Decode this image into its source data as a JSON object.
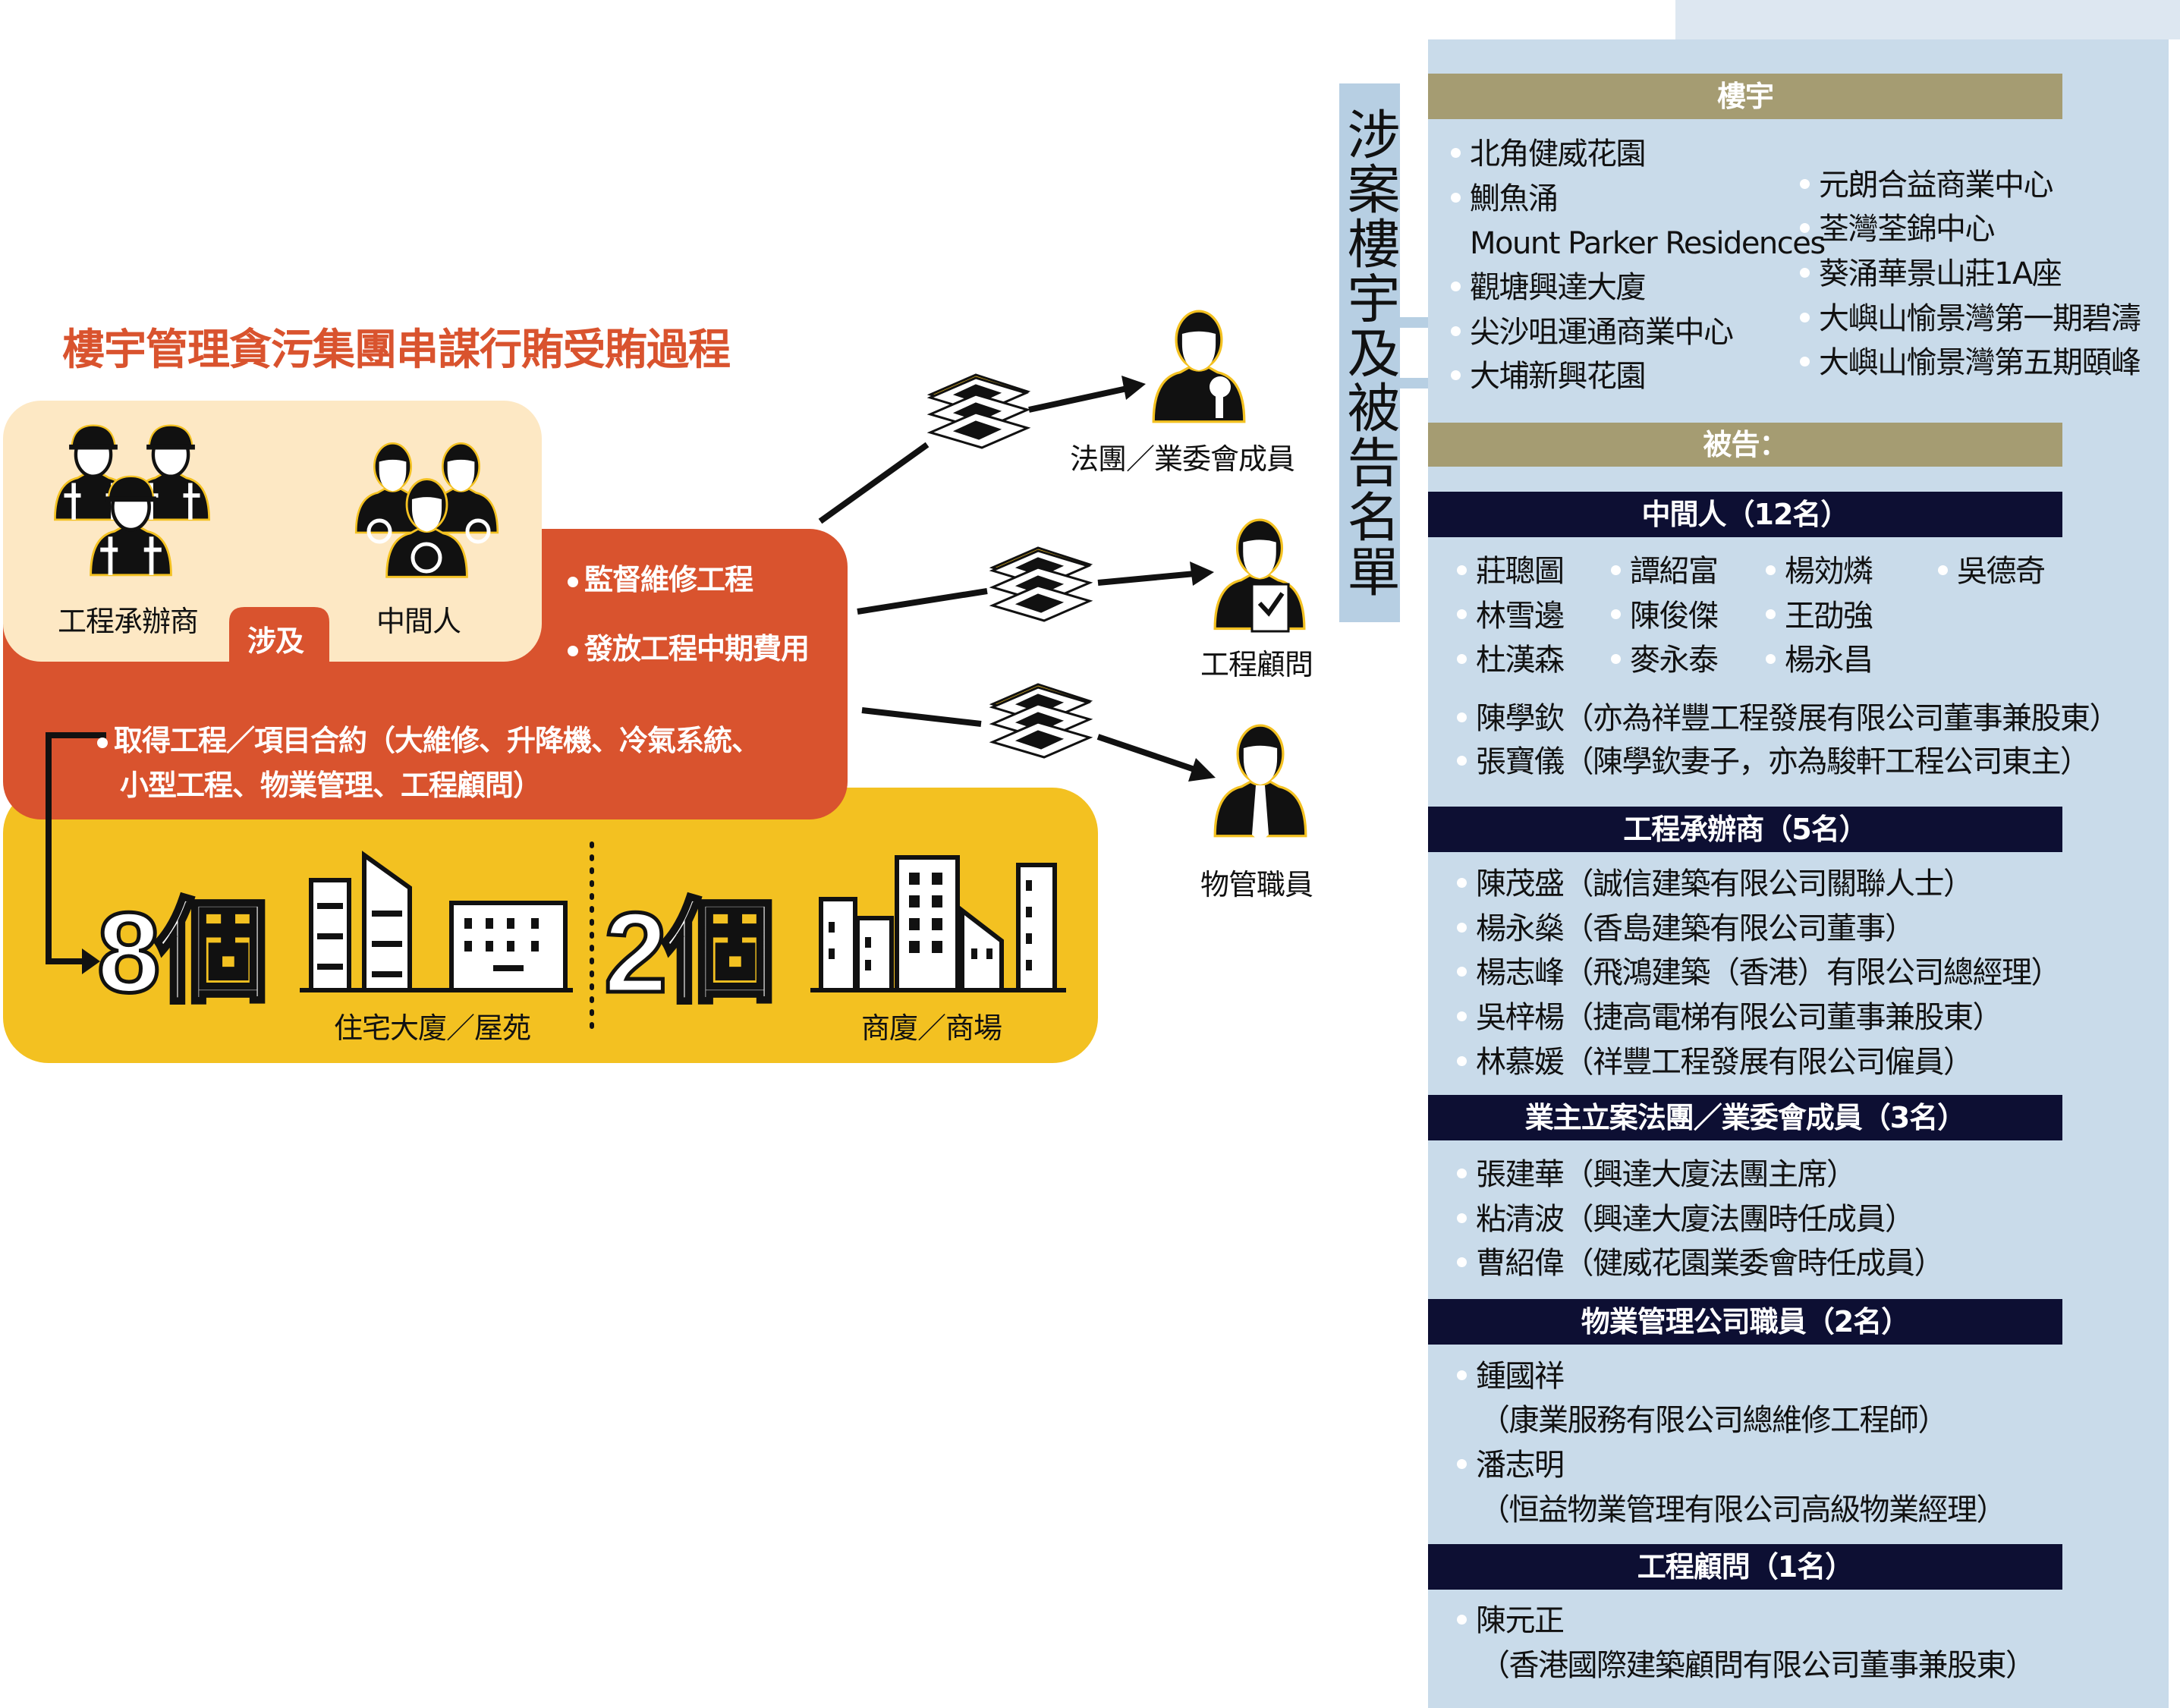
{
  "title": "樓宇管理貪污集團串謀行賄受賄過程",
  "left": {
    "contractors_label": "工程承辦商",
    "middlemen_label": "中間人",
    "involve_tab": "涉及",
    "duties": [
      "監督維修工程",
      "發放工程中期費用"
    ],
    "contract_line1": "取得工程／項目合約（大維修、升降機、冷氣系統、",
    "contract_line2": "小型工程、物業管理、工程顧問）",
    "residential": {
      "count": "8個",
      "label": "住宅大廈／屋苑"
    },
    "commercial": {
      "count": "2個",
      "label": "商廈／商場"
    }
  },
  "recipients": [
    "法團／業委會成員",
    "工程顧問",
    "物管職員"
  ],
  "panel": {
    "vertical_title": "涉案樓宇及被告名單",
    "buildings_header": "樓宇",
    "buildings_left": [
      "北角健威花園",
      "鰂魚涌",
      "Mount Parker Residences",
      "觀塘興達大廈",
      "尖沙咀運通商業中心",
      "大埔新興花園"
    ],
    "buildings_right": [
      "元朗合益商業中心",
      "荃灣荃錦中心",
      "葵涌華景山莊1A座",
      "大嶼山愉景灣第一期碧濤",
      "大嶼山愉景灣第五期頤峰"
    ],
    "defendants_header": "被告：",
    "middlemen": {
      "header": "中間人（12名）",
      "grid": [
        "莊聰圖",
        "譚紹富",
        "楊効燐",
        "吳德奇",
        "林雪邊",
        "陳俊傑",
        "王劭強",
        "杜漢森",
        "麥永泰",
        "楊永昌"
      ],
      "extra": [
        "陳學欽（亦為祥豐工程發展有限公司董事兼股東）",
        "張寶儀（陳學欽妻子，亦為駿軒工程公司東主）"
      ]
    },
    "contractors": {
      "header": "工程承辦商（5名）",
      "items": [
        "陳茂盛（誠信建築有限公司關聯人士）",
        "楊永燊（香島建築有限公司董事）",
        "楊志峰（飛鴻建築（香港）有限公司總經理）",
        "吳梓楊（捷高電梯有限公司董事兼股東）",
        "林慕媛（祥豐工程發展有限公司僱員）"
      ]
    },
    "owners": {
      "header": "業主立案法團／業委會成員（3名）",
      "items": [
        "張建華（興達大廈法團主席）",
        "粘清波（興達大廈法團時任成員）",
        "曹紹偉（健威花園業委會時任成員）"
      ]
    },
    "property_mgmt": {
      "header": "物業管理公司職員（2名）",
      "items": [
        {
          "name": "鍾國祥",
          "role": "（康業服務有限公司總維修工程師）"
        },
        {
          "name": "潘志明",
          "role": "（恒益物業管理有限公司高級物業經理）"
        }
      ]
    },
    "consultant": {
      "header": "工程顧問（1名）",
      "items": [
        {
          "name": "陳元正",
          "role": "（香港國際建築顧問有限公司董事兼股東）"
        }
      ]
    }
  },
  "colors": {
    "orange": "#d9532e",
    "yellow": "#f3c121",
    "cream": "#fde8c4",
    "panel": "#c9dbea",
    "navy": "#0d0f33",
    "khaki": "#a59c72"
  }
}
